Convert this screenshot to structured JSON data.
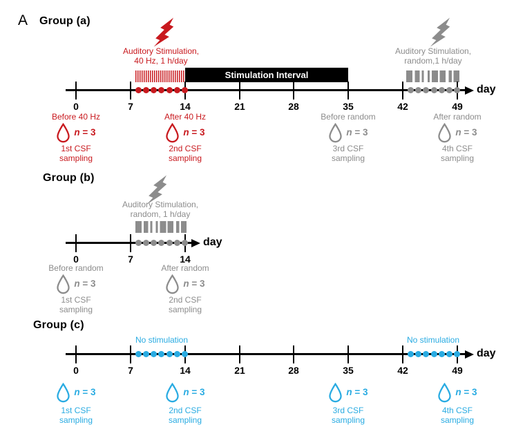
{
  "panel_letter": "A",
  "shared": {
    "day": "day",
    "n": "n",
    "eq": "= 3"
  },
  "colors": {
    "red": "#c8191e",
    "gray": "#8c8c8c",
    "blue": "#29abe2",
    "interval_bg": "#000000",
    "interval_text": "#ffffff"
  },
  "group_a": {
    "title": "Group (a)",
    "stim_40hz": {
      "line1": "Auditory Stimulation,",
      "line2": "40 Hz, 1 h/day"
    },
    "interval": "Stimulation Interval",
    "stim_random": {
      "line1": "Auditory Stimulation,",
      "line2": "random,1 h/day"
    },
    "ticks": [
      "0",
      "7",
      "14",
      "21",
      "28",
      "35",
      "42",
      "49"
    ],
    "stim_days": {
      "red_dots_days": "8-14",
      "gray_dots_days": "43-49"
    },
    "samplings": [
      {
        "timing": "Before 40 Hz",
        "csf": "1st CSF",
        "sampling": "sampling",
        "day": "0"
      },
      {
        "timing": "After 40 Hz",
        "csf": "2nd CSF",
        "sampling": "sampling",
        "day": "14"
      },
      {
        "timing": "Before random",
        "csf": "3rd CSF",
        "sampling": "sampling",
        "day": "35"
      },
      {
        "timing": "After random",
        "csf": "4th CSF",
        "sampling": "sampling",
        "day": "49"
      }
    ]
  },
  "group_b": {
    "title": "Group (b)",
    "stim_random": {
      "line1": "Auditory Stimulation,",
      "line2": "random, 1 h/day"
    },
    "ticks": [
      "0",
      "7",
      "14"
    ],
    "stim_days": {
      "gray_dots_days": "8-14"
    },
    "samplings": [
      {
        "timing": "Before random",
        "csf": "1st CSF",
        "sampling": "sampling",
        "day": "0"
      },
      {
        "timing": "After random",
        "csf": "2nd CSF",
        "sampling": "sampling",
        "day": "14"
      }
    ]
  },
  "group_c": {
    "title": "Group (c)",
    "no_stim_left": "No stimulation",
    "no_stim_right": "No stimulation",
    "ticks": [
      "0",
      "7",
      "14",
      "21",
      "28",
      "35",
      "42",
      "49"
    ],
    "stim_days": {
      "blue_dots_days_left": "8-14",
      "blue_dots_days_right": "43-49"
    },
    "samplings": [
      {
        "csf": "1st CSF",
        "sampling": "sampling",
        "day": "0"
      },
      {
        "csf": "2nd CSF",
        "sampling": "sampling",
        "day": "14"
      },
      {
        "csf": "3rd CSF",
        "sampling": "sampling",
        "day": "35"
      },
      {
        "csf": "4th CSF",
        "sampling": "sampling",
        "day": "49"
      }
    ]
  }
}
